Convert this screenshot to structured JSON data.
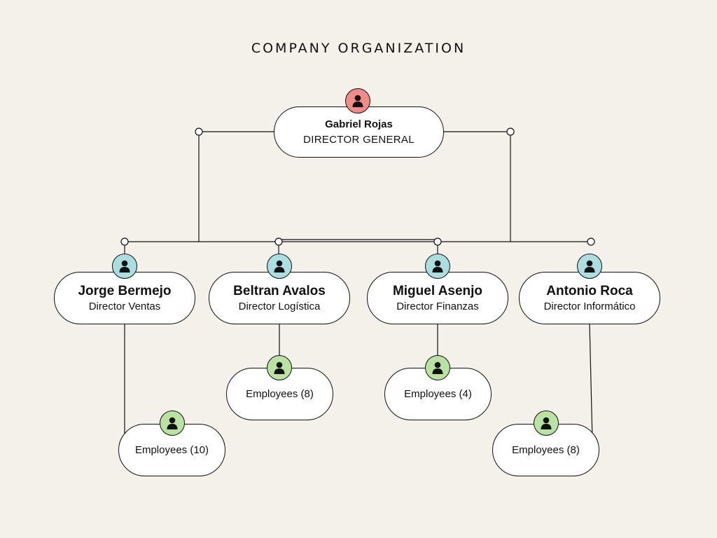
{
  "title": "COMPANY ORGANIZATION",
  "colors": {
    "background": "#f4f0ea",
    "director_general_avatar": "#f28b88",
    "director_avatar": "#a9dfe0",
    "employees_avatar": "#b9e3a0"
  },
  "top": {
    "name": "Gabriel Rojas",
    "role": "DIRECTOR GENERAL",
    "icon": "person-icon"
  },
  "directors": [
    {
      "name": "Jorge Bermejo",
      "role": "Director Ventas",
      "icon": "person-icon"
    },
    {
      "name": "Beltran Avalos",
      "role": "Director Logística",
      "icon": "person-icon"
    },
    {
      "name": "Miguel Asenjo",
      "role": "Director Finanzas",
      "icon": "person-icon"
    },
    {
      "name": "Antonio Roca",
      "role": "Director Informático",
      "icon": "person-icon"
    }
  ],
  "employees": [
    {
      "label": "Employees (10)",
      "icon": "person-icon"
    },
    {
      "label": "Employees (8)",
      "icon": "person-icon"
    },
    {
      "label": "Employees (4)",
      "icon": "person-icon"
    },
    {
      "label": "Employees (8)",
      "icon": "person-icon"
    }
  ]
}
